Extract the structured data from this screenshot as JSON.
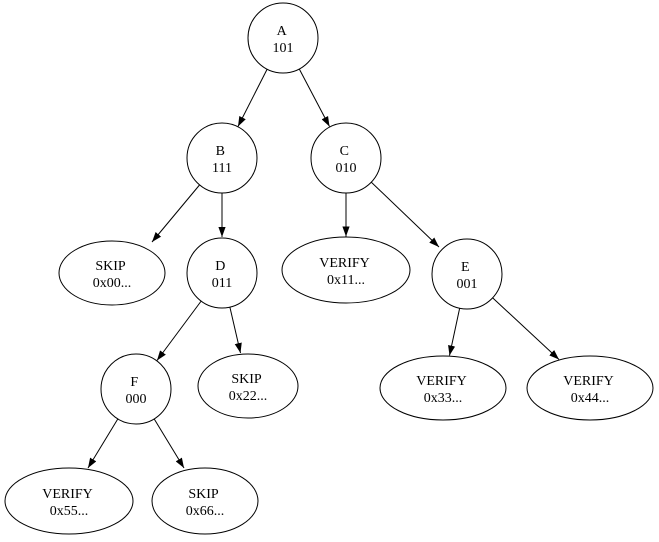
{
  "diagram": {
    "type": "tree",
    "colors": {
      "background": "#ffffff",
      "node_fill": "#ffffff",
      "stroke": "#000000",
      "text": "#000000"
    },
    "nodes": {
      "A": {
        "line1": "A",
        "line2": "101"
      },
      "B": {
        "line1": "B",
        "line2": "111"
      },
      "C": {
        "line1": "C",
        "line2": "010"
      },
      "D": {
        "line1": "D",
        "line2": "011"
      },
      "E": {
        "line1": "E",
        "line2": "001"
      },
      "F": {
        "line1": "F",
        "line2": "000"
      },
      "skip00": {
        "line1": "SKIP",
        "line2": "0x00..."
      },
      "verify11": {
        "line1": "VERIFY",
        "line2": "0x11..."
      },
      "skip22": {
        "line1": "SKIP",
        "line2": "0x22..."
      },
      "verify33": {
        "line1": "VERIFY",
        "line2": "0x33..."
      },
      "verify44": {
        "line1": "VERIFY",
        "line2": "0x44..."
      },
      "verify55": {
        "line1": "VERIFY",
        "line2": "0x55..."
      },
      "skip66": {
        "line1": "SKIP",
        "line2": "0x66..."
      }
    },
    "edges": [
      {
        "from": "A",
        "to": "B"
      },
      {
        "from": "A",
        "to": "C"
      },
      {
        "from": "B",
        "to": "skip00"
      },
      {
        "from": "B",
        "to": "D"
      },
      {
        "from": "C",
        "to": "verify11"
      },
      {
        "from": "C",
        "to": "E"
      },
      {
        "from": "D",
        "to": "F"
      },
      {
        "from": "D",
        "to": "skip22"
      },
      {
        "from": "E",
        "to": "verify33"
      },
      {
        "from": "E",
        "to": "verify44"
      },
      {
        "from": "F",
        "to": "verify55"
      },
      {
        "from": "F",
        "to": "skip66"
      }
    ]
  }
}
